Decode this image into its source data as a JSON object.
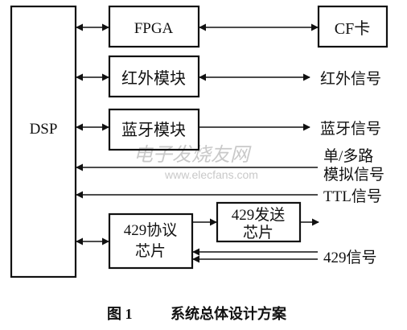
{
  "diagram": {
    "blocks": {
      "dsp": "DSP",
      "fpga": "FPGA",
      "cf": "CF卡",
      "ir": "红外模块",
      "bt": "蓝牙模块",
      "protocol_line1": "429协议",
      "protocol_line2": "芯片",
      "tx_line1": "429发送",
      "tx_line2": "芯片"
    },
    "signals": {
      "ir": "红外信号",
      "bt": "蓝牙信号",
      "analog_line1": "单/多路",
      "analog_line2": "模拟信号",
      "ttl": "TTL信号",
      "s429": "429信号"
    },
    "caption": {
      "label": "图 1",
      "title": "系统总体设计方案"
    },
    "watermark": {
      "cn": "电子发烧友网",
      "url": "www.elecfans.com"
    }
  }
}
